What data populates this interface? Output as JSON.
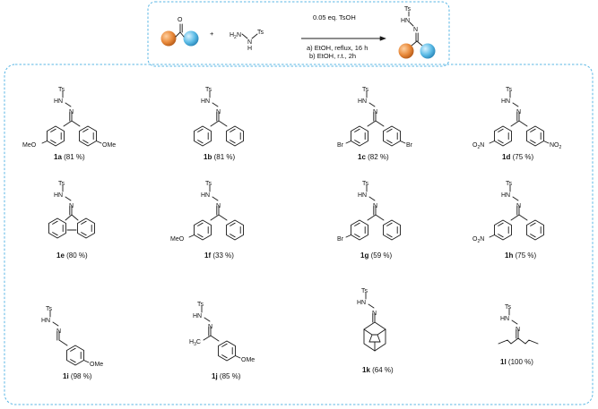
{
  "reaction": {
    "reagent_top": "0.05 eq. TsOH",
    "condition_a": "a) EtOH, reflux, 16 h",
    "condition_b": "b) EtOH, r.t., 2h",
    "plus": "+",
    "hydrazide": {
      "h2n": "H",
      "h2n_sub": "2",
      "n1": "N",
      "nh": "N",
      "h": "H",
      "ts": "Ts"
    },
    "ketone_o": "O",
    "product": {
      "ts": "Ts",
      "hn": "HN",
      "n": "N"
    },
    "colors": {
      "left_sphere": "#e8893a",
      "right_sphere": "#5bbbe6",
      "frame": "#5bb7e5"
    }
  },
  "products": [
    {
      "id": "1a",
      "yield": "(81 %)",
      "left_sub": "MeO",
      "right_sub": "OMe"
    },
    {
      "id": "1b",
      "yield": "(81 %)"
    },
    {
      "id": "1c",
      "yield": "(82 %)",
      "left_sub": "Br",
      "right_sub": "Br"
    },
    {
      "id": "1d",
      "yield": "(75 %)",
      "left_sub": "O",
      "left_sub_sub": "2",
      "left_sub_n": "N",
      "right_sub": "NO",
      "right_sub_sub": "2"
    },
    {
      "id": "1e",
      "yield": "(80 %)"
    },
    {
      "id": "1f",
      "yield": "(33 %)",
      "left_sub": "MeO"
    },
    {
      "id": "1g",
      "yield": "(59 %)",
      "left_sub": "Br"
    },
    {
      "id": "1h",
      "yield": "(75 %)",
      "left_sub": "O",
      "left_sub_sub": "2",
      "left_sub_n": "N"
    },
    {
      "id": "1i",
      "yield": "(98 %)",
      "right_sub": "OMe"
    },
    {
      "id": "1j",
      "yield": "(85 %)",
      "methyl": "H",
      "methyl_sub": "3",
      "methyl_c": "C",
      "right_sub": "OMe"
    },
    {
      "id": "1k",
      "yield": "(64 %)"
    },
    {
      "id": "1l",
      "yield": "(100 %)"
    }
  ],
  "atoms": {
    "ts": "Ts",
    "hn": "HN",
    "n": "N"
  }
}
